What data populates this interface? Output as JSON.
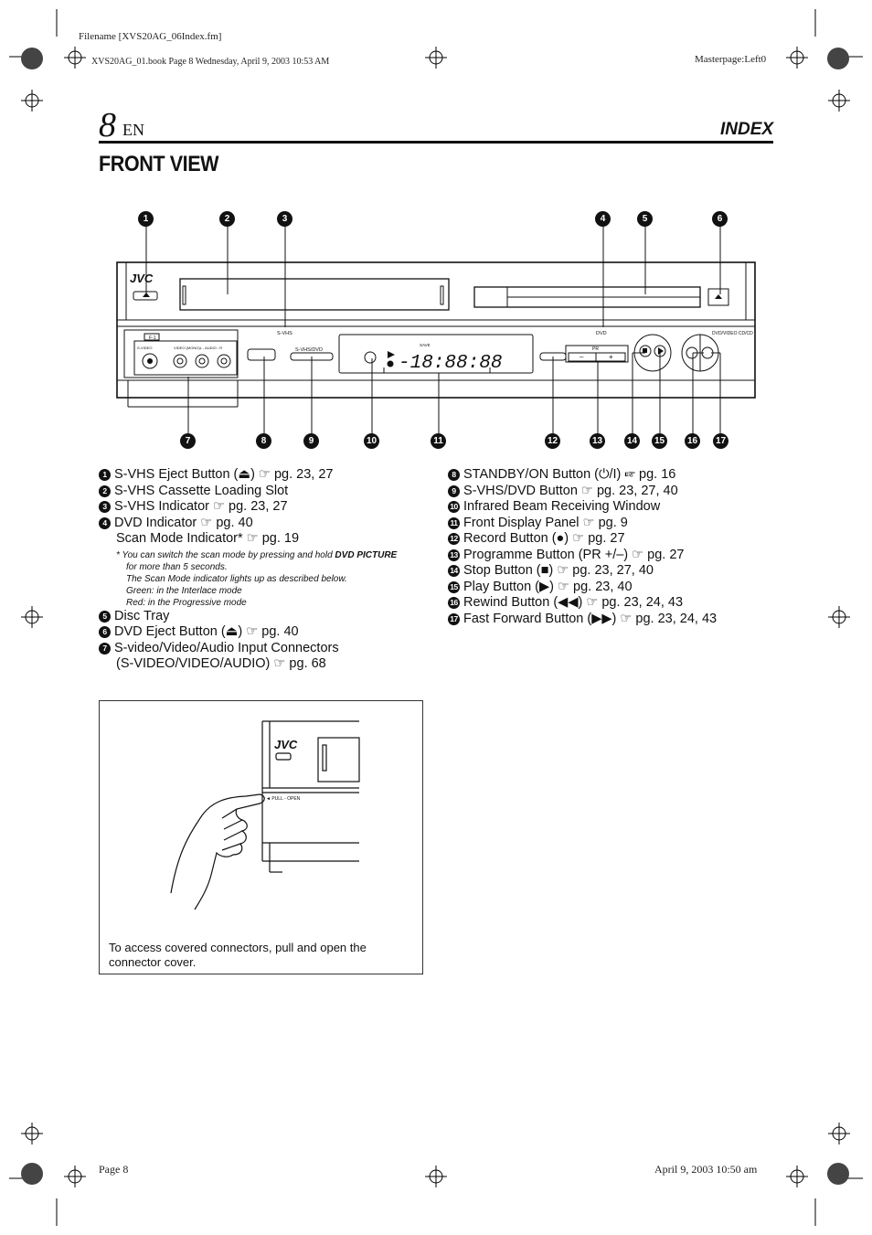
{
  "header": {
    "filename": "Filename [XVS20AG_06Index.fm]",
    "book_line": "XVS20AG_01.book  Page 8  Wednesday, April 9, 2003  10:53 AM",
    "masterpage": "Masterpage:Left0"
  },
  "page_title": {
    "number": "8",
    "lang": "EN",
    "section": "INDEX"
  },
  "heading": "FRONT VIEW",
  "device": {
    "brand": "JVC",
    "label_svhs": "S-VHS",
    "label_dvd": "DVD",
    "label_svhs_dvd": "S-VHS/DVD",
    "label_dvd_vcr_ch": "DVD/VIDEO CD/CD",
    "label_f1": "F-1",
    "label_svideo": "S-VIDEO",
    "label_video_audio": "VIDEO (MONO)L - AUDIO - R",
    "label_pr": "PR",
    "label_minus": "–",
    "label_plus": "+",
    "display_text": "-18:88:88",
    "display_sub": "SAVE"
  },
  "callouts": [
    "1",
    "2",
    "3",
    "4",
    "5",
    "6",
    "7",
    "8",
    "9",
    "10",
    "11",
    "12",
    "13",
    "14",
    "15",
    "16",
    "17"
  ],
  "left_items": [
    {
      "num": "1",
      "text": "S-VHS Eject Button (⏏) ☞ pg. 23, 27"
    },
    {
      "num": "2",
      "text": "S-VHS Cassette Loading Slot"
    },
    {
      "num": "3",
      "text": "S-VHS Indicator ☞ pg. 23, 27"
    },
    {
      "num": "4",
      "text": "DVD Indicator ☞ pg. 40"
    }
  ],
  "scan_mode": "Scan Mode Indicator* ☞ pg. 19",
  "footnote": {
    "line1_pre": "*  You can switch the scan mode by pressing and hold ",
    "line1_bold": "DVD PICTURE",
    "line2": "for more than 5 seconds.",
    "line3": "The Scan Mode indicator lights up as described below.",
    "line4": "Green: in the Interlace mode",
    "line5": "Red: in the Progressive mode"
  },
  "left_items2": [
    {
      "num": "5",
      "text": "Disc Tray"
    },
    {
      "num": "6",
      "text": "DVD Eject Button (⏏) ☞ pg. 40"
    },
    {
      "num": "7",
      "text": "S-video/Video/Audio Input Connectors"
    }
  ],
  "item7_cont": "(S-VIDEO/VIDEO/AUDIO) ☞ pg. 68",
  "right_items": [
    {
      "num": "8",
      "text": "STANDBY/ON Button (⏻/I) ☞ pg. 16"
    },
    {
      "num": "9",
      "text": "S-VHS/DVD Button ☞ pg. 23, 27, 40"
    },
    {
      "num": "10",
      "text": "Infrared Beam Receiving Window"
    },
    {
      "num": "11",
      "text": "Front Display Panel ☞ pg. 9"
    },
    {
      "num": "12",
      "text": "Record Button (●) ☞ pg. 27"
    },
    {
      "num": "13",
      "text": "Programme Button (PR +/–) ☞ pg. 27"
    },
    {
      "num": "14",
      "text": "Stop Button (■) ☞ pg. 23, 27, 40"
    },
    {
      "num": "15",
      "text": "Play Button (▶) ☞ pg. 23, 40"
    },
    {
      "num": "16",
      "text": "Rewind Button (◀◀) ☞ pg. 23, 24, 43"
    },
    {
      "num": "17",
      "text": "Fast Forward Button (▶▶) ☞ pg. 23, 24, 43"
    }
  ],
  "box": {
    "brand": "JVC",
    "pull_label": "◄ PULL - OPEN",
    "caption": "To access covered connectors, pull and open the connector cover."
  },
  "footer": {
    "page": "Page 8",
    "date": "April 9, 2003 10:50 am"
  }
}
